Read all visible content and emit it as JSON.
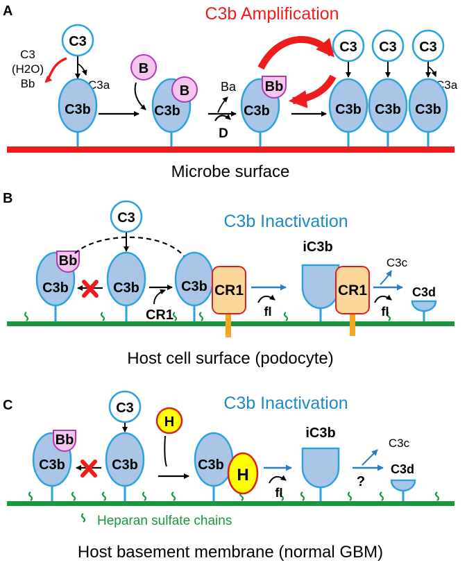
{
  "colors": {
    "c3b_fill": "#aac6e6",
    "c3b_stroke": "#29a3df",
    "b_fill": "#f4c6ef",
    "b_stroke": "#b336b3",
    "cr1_fill": "#fbd79a",
    "cr1_stroke": "#e01e1e",
    "h_fill": "#ffff00",
    "h_stroke": "#e01e1e",
    "red": "#ee1c1c",
    "blue_title": "#1e88c7",
    "green": "#1a9640",
    "stalk": "#29a3df",
    "cr1_stalk": "#f5a623"
  },
  "panels": {
    "a": {
      "letter": "A",
      "title": "C3b Amplification",
      "surface_label": "Microbe surface",
      "h2o_c3": "C3",
      "h2o_label": "(H2O)",
      "h2o_bb": "Bb",
      "c3": "C3",
      "c3a": "C3a",
      "c3b": "C3b",
      "b": "B",
      "ba": "Ba",
      "bb": "Bb",
      "d": "D"
    },
    "b": {
      "letter": "B",
      "title": "C3b Inactivation",
      "surface_label": "Host cell surface (podocyte)",
      "c3": "C3",
      "c3b": "C3b",
      "bb": "Bb",
      "cr1": "CR1",
      "ic3b": "iC3b",
      "fi": "fI",
      "c3c": "C3c",
      "c3d": "C3d"
    },
    "c": {
      "letter": "C",
      "title": "C3b Inactivation",
      "surface_label": "Host basement membrane (normal GBM)",
      "heparan_label": "Heparan sulfate chains",
      "c3": "C3",
      "c3b": "C3b",
      "bb": "Bb",
      "h": "H",
      "ic3b": "iC3b",
      "fi": "fI",
      "question": "?",
      "c3c": "C3c",
      "c3d": "C3d"
    }
  }
}
